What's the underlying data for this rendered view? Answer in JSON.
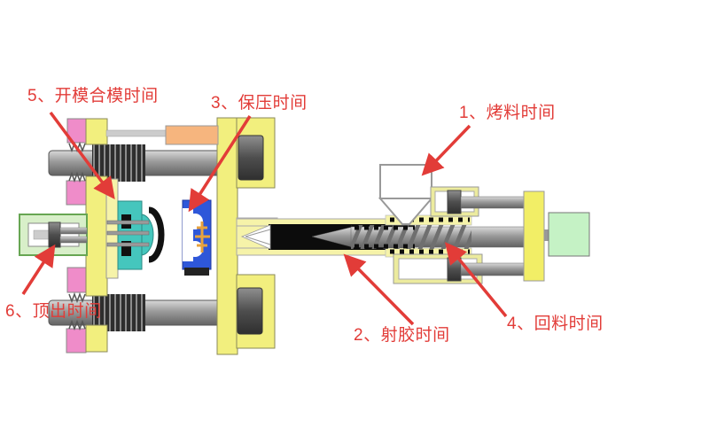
{
  "labels": [
    {
      "text": "1、烤料时间",
      "target": "hopper"
    },
    {
      "text": "2、射胶时间",
      "target": "barrel-melt"
    },
    {
      "text": "3、保压时间",
      "target": "mold-cavity"
    },
    {
      "text": "4、回料时间",
      "target": "screw"
    },
    {
      "text": "5、开模合模时间",
      "target": "moving-platen"
    },
    {
      "text": "6、顶出时间",
      "target": "ejector-piston"
    }
  ],
  "colors": {
    "label_red": "#e23c38",
    "platen_yellow": "#f2ef7e",
    "pale_yellow": "#f6f3a9",
    "pink_nut": "#ef8cc9",
    "teal_mold": "#45c6bd",
    "blue_mold": "#2e57d9",
    "orange_cylinder": "#f6b57e",
    "ejector_green": "#d8efc9",
    "end_block_green": "#c5f2c5",
    "melt_black": "#0c0c0c"
  }
}
